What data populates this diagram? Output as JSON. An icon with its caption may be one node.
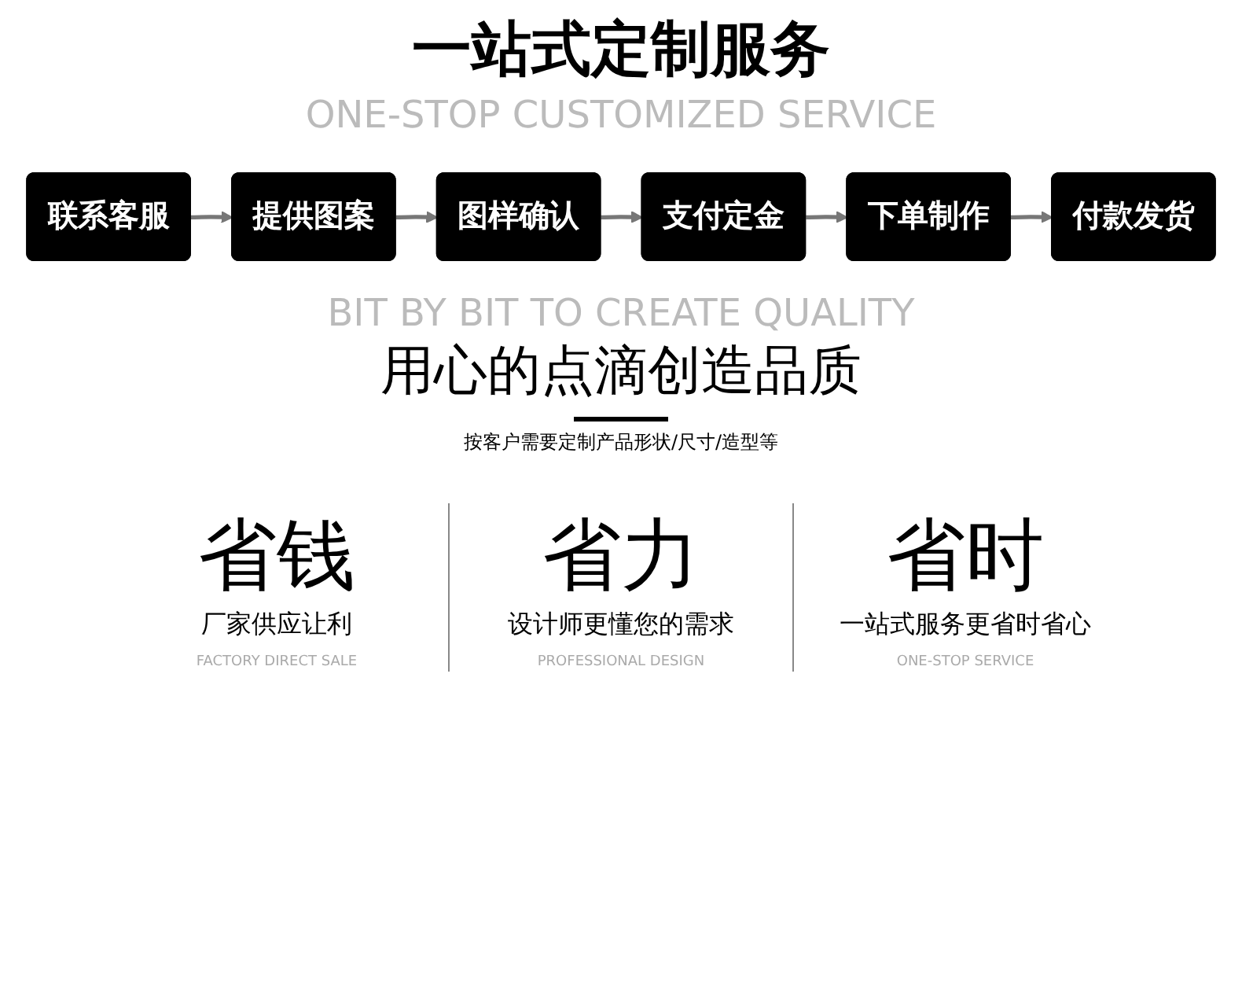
{
  "diagram": {
    "title": "一站式定制服务",
    "nodes": [
      {
        "text": [
          "联系客服"
        ]
      },
      {
        "text": [
          "提供图案"
        ]
      },
      {
        "text": [
          "图样确认"
        ]
      },
      {
        "text": [
          "支付定金"
        ]
      },
      {
        "text": [
          "下单制作"
        ]
      },
      {
        "text": [
          "付款发货"
        ]
      }
    ],
    "edges": [
      {
        "from": 0,
        "to": 1,
        "arrow": "to"
      },
      {
        "from": 1,
        "to": 2,
        "arrow": "to"
      },
      {
        "from": 2,
        "to": 3,
        "arrow": "to"
      },
      {
        "from": 3,
        "to": 4,
        "arrow": "to"
      },
      {
        "from": 4,
        "to": 5,
        "arrow": "to"
      }
    ],
    "labels": [
      "ONE-STOP CUSTOMIZED SERVICE",
      "BIT BY BIT TO CREATE QUALITY",
      "用心的点滴创造品质",
      "按客户需要定制产品形状/尺寸/造型等",
      "省钱",
      "厂家供应让利",
      "FACTORY DIRECT SALE",
      "省力",
      "设计师更懂您的需求",
      "PROFESSIONAL DESIGN",
      "省时",
      "一站式服务更省时省心",
      "ONE-STOP SERVICE"
    ]
  }
}
